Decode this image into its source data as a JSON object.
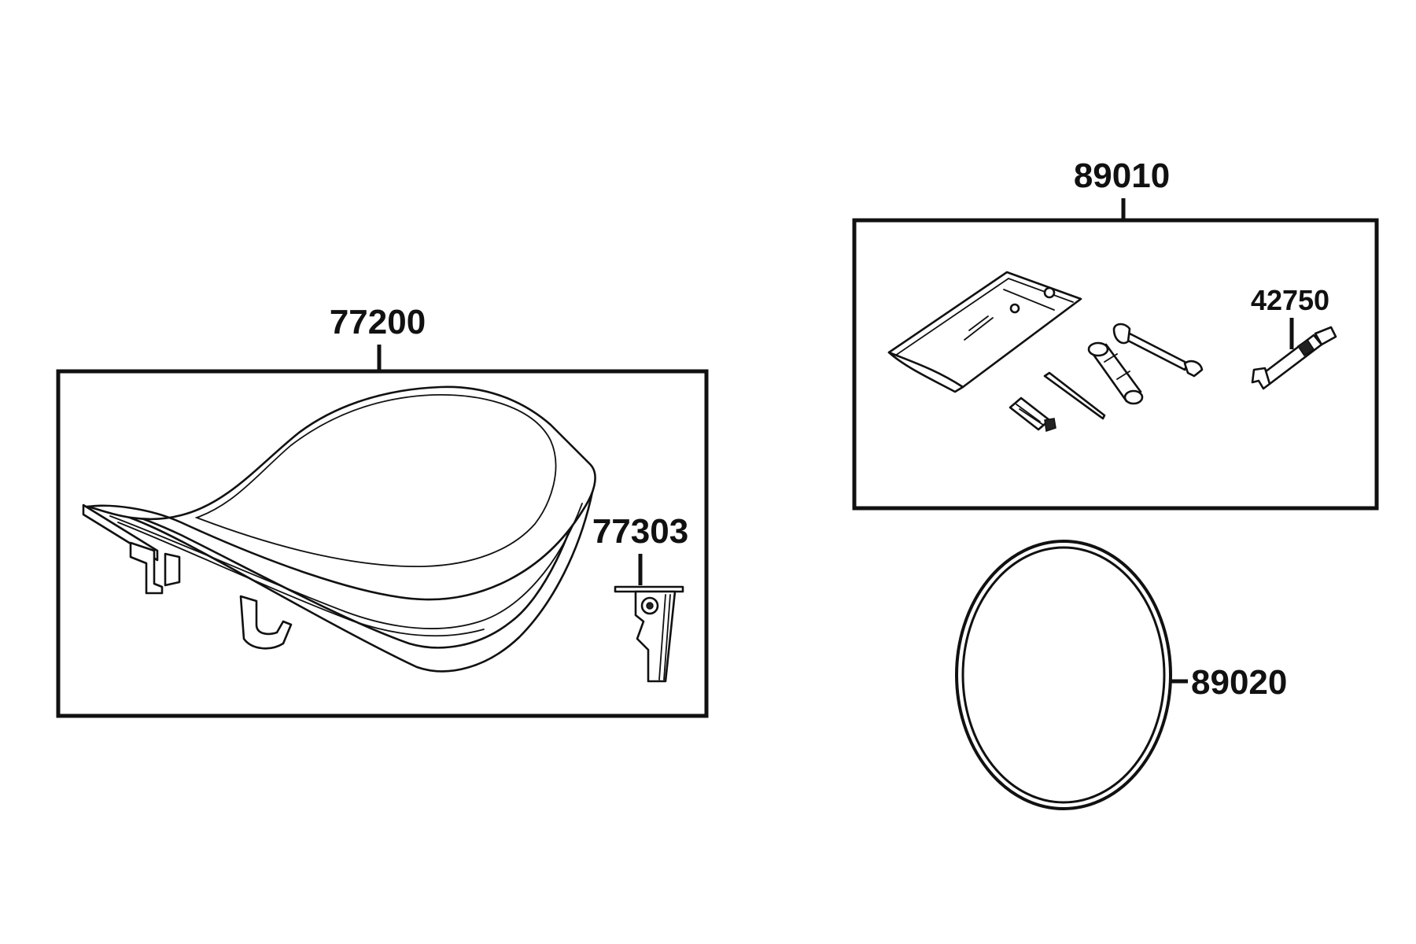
{
  "callouts": {
    "seat": "77200",
    "seat_bracket": "77303",
    "tool_kit": "89010",
    "tool_item": "42750",
    "seal_ring": "89020"
  },
  "icons": {
    "seat": "motorcycle-seat-icon",
    "bracket": "seat-hinge-bracket-icon",
    "tool_bag": "tool-pouch-icon",
    "ring": "o-ring-icon"
  },
  "colors": {
    "line": "#111111",
    "background": "#ffffff"
  }
}
